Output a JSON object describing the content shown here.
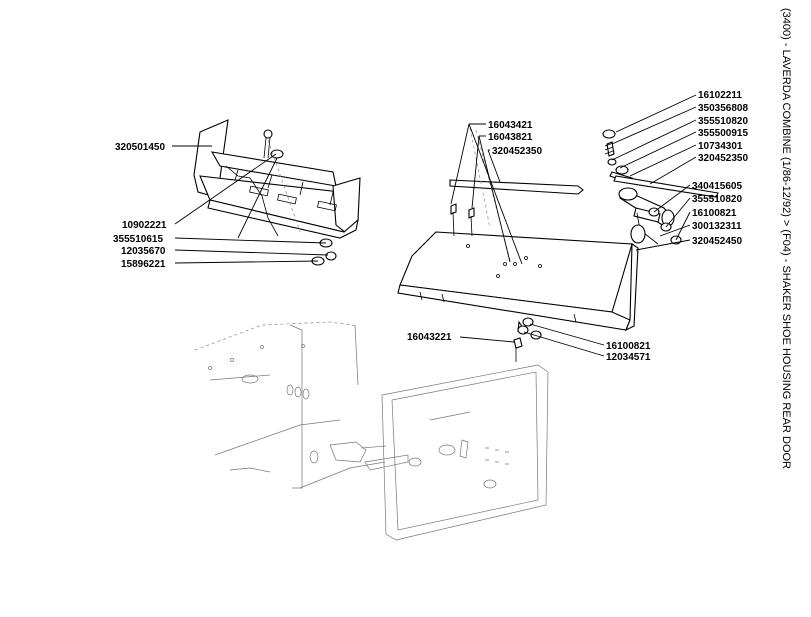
{
  "title": "(3400) - LAVERDA COMBINE (1/86-12/92) > (F04) - SHAKER SHOE HOUSING REAR DOOR",
  "part_labels": {
    "p320501450": "320501450",
    "p10902221": "10902221",
    "p355510615": "355510615",
    "p12035670": "12035670",
    "p15896221": "15896221",
    "p16043421": "16043421",
    "p16043821": "16043821",
    "p320452350a": "320452350",
    "p16102211": "16102211",
    "p350356808": "350356808",
    "p355510820a": "355510820",
    "p355500915": "355500915",
    "p10734301": "10734301",
    "p320452350b": "320452350",
    "p340415605": "340415605",
    "p355510820b": "355510820",
    "p16100821a": "16100821",
    "p300132311": "300132311",
    "p320452450": "320452450",
    "p16043221": "16043221",
    "p16100821b": "16100821",
    "p12034571": "12034571"
  }
}
